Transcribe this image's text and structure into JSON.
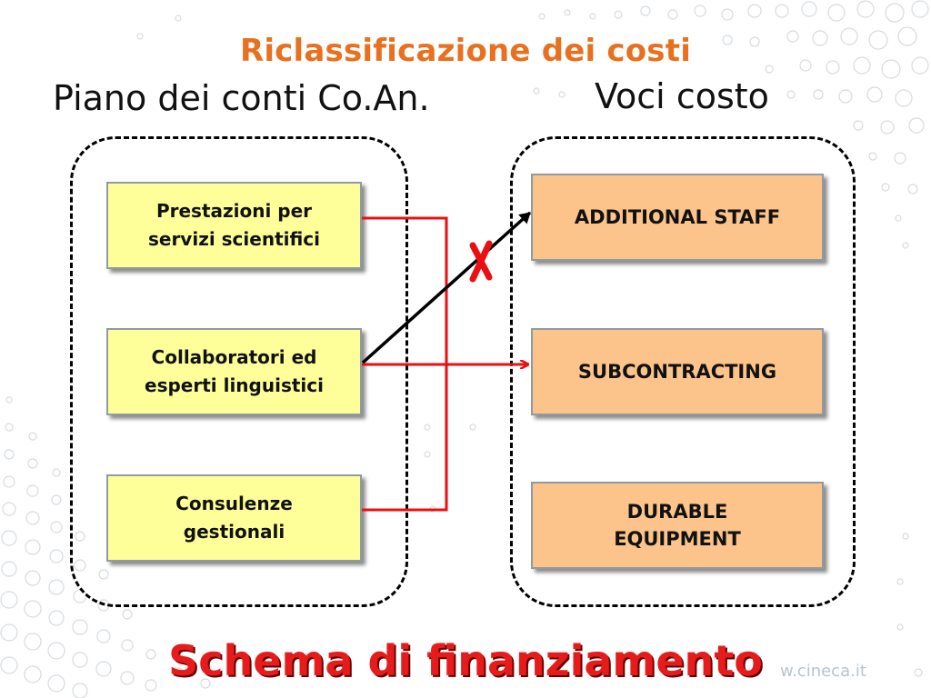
{
  "slide": {
    "title": "Riclassificazione dei costi",
    "left_heading": "Piano dei conti Co.An.",
    "right_heading": "Voci costo",
    "footer_title": "Schema di finanziamento",
    "website": "w.cineca.it"
  },
  "left_boxes": [
    {
      "label": "Prestazioni per servizi scientifici"
    },
    {
      "label": "Collaboratori ed esperti linguistici"
    },
    {
      "label": "Consulenze gestionali"
    }
  ],
  "right_boxes": [
    {
      "label": "ADDITIONAL STAFF"
    },
    {
      "label": "SUBCONTRACTING"
    },
    {
      "label": "DURABLE EQUIPMENT"
    }
  ],
  "connections": [
    {
      "from": "Prestazioni per servizi scientifici",
      "to": "SUBCONTRACTING",
      "color": "#e81010"
    },
    {
      "from": "Consulenze gestionali",
      "to": "SUBCONTRACTING",
      "color": "#e81010"
    },
    {
      "from": "Collaboratori ed esperti linguistici",
      "to": "SUBCONTRACTING",
      "color": "#e81010"
    },
    {
      "from": "Collaboratori ed esperti linguistici",
      "to": "ADDITIONAL STAFF",
      "color": "#000000",
      "crossed": true
    }
  ],
  "colors": {
    "title": "#e8701e",
    "left_box_fill": "#ffff99",
    "right_box_fill": "#fcc38b",
    "connector": "#e81010",
    "cross_mark": "#e81010",
    "footer_title": "#e61c1c"
  }
}
